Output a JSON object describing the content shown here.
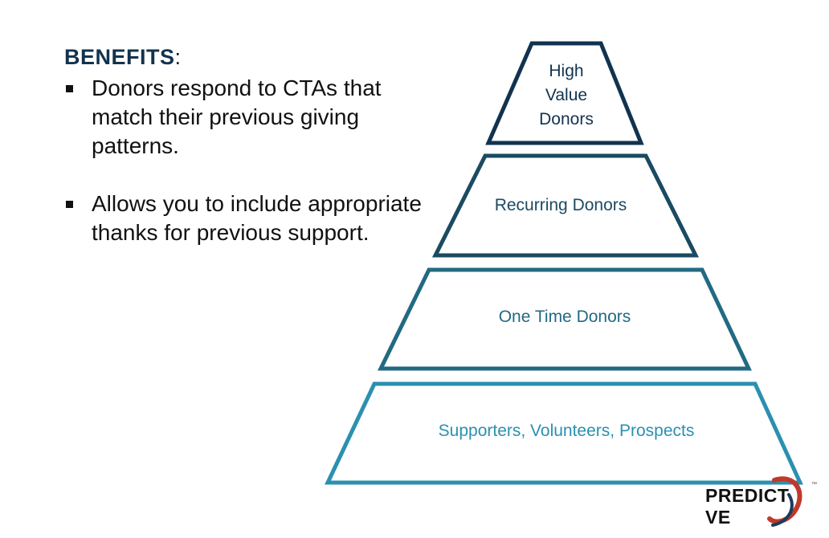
{
  "benefits": {
    "heading": "BENEFITS",
    "heading_suffix": ":",
    "items": [
      "Donors respond to CTAs that match their previous giving patterns.",
      "Allows you to include appropriate thanks for previous support."
    ]
  },
  "pyramid": {
    "tiers": [
      {
        "lines": [
          "High",
          "Value",
          "Donors"
        ],
        "color": "#12334f"
      },
      {
        "lines": [
          "Recurring Donors"
        ],
        "color": "#1b4a63"
      },
      {
        "lines": [
          "One Time Donors"
        ],
        "color": "#226a82"
      },
      {
        "lines": [
          "Supporters, Volunteers, Prospects"
        ],
        "color": "#2b90b0"
      }
    ]
  },
  "logo": {
    "text": "PREDICT VE",
    "tm": "™",
    "accent_color": "#c0392b"
  }
}
